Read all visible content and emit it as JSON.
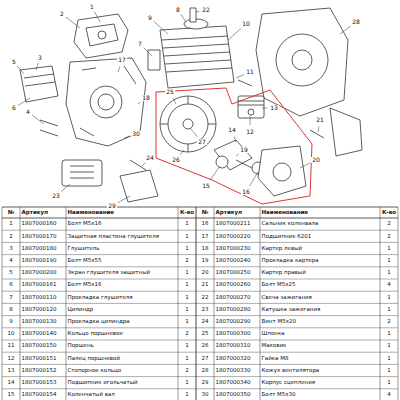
{
  "diagram": {
    "labels": [
      "1",
      "2",
      "3",
      "4",
      "5",
      "6",
      "7",
      "8",
      "9",
      "10",
      "11",
      "12",
      "13",
      "14",
      "15",
      "16",
      "17",
      "18",
      "19",
      "20",
      "21",
      "22",
      "23",
      "24",
      "25",
      "26",
      "27",
      "28",
      "29",
      "30",
      "№",
      "Артикул",
      "Наименование",
      "К-во",
      "№",
      "Артикул",
      "Наименование",
      "К-во",
      "1",
      "1807000160",
      "Болт М5х16",
      "1",
      "16",
      "1807000211",
      "Сальник коленвала",
      "2",
      "2",
      "1807000170",
      "Защитная пластина глушителя",
      "1",
      "17",
      "1807000220",
      "Подшипник 6201",
      "2",
      "3",
      "1807000180",
      "Глушитель",
      "1",
      "18",
      "1807000230",
      "Картер левый",
      "1",
      "4",
      "1807000190",
      "Болт М5х55",
      "2",
      "19",
      "1807000240",
      "Прокладка картера",
      "1",
      "5",
      "1807000200",
      "Экран глушителя защитный",
      "1",
      "20",
      "1807000250",
      "Картер правый",
      "1",
      "6",
      "1807000161",
      "Болт М5х16",
      "1",
      "21",
      "1807000260",
      "Болт М5х25",
      "4",
      "7",
      "1807000110",
      "Прокладка глушителя",
      "1",
      "22",
      "1807000270",
      "Свеча зажигания",
      "1",
      "8",
      "1807000120",
      "Цилиндр",
      "1",
      "23",
      "1807000280",
      "Катушка зажигания",
      "1",
      "9",
      "1807000130",
      "Прокладка цилиндра",
      "1",
      "24",
      "1807000290",
      "Винт М5х20",
      "2",
      "10",
      "1807000140",
      "Кольцо поршневое",
      "2",
      "25",
      "1807000300",
      "Шпонка",
      "1",
      "11",
      "1807000150",
      "Поршень",
      "1",
      "26",
      "1807000310",
      "Маховик",
      "1",
      "12",
      "1807000151",
      "Палец поршневой",
      "1",
      "27",
      "1807000320",
      "Гайка М8",
      "1",
      "13",
      "1807000152",
      "Стопорное кольцо",
      "2",
      "28",
      "1807000330",
      "Кожух вентилятора",
      "1",
      "14",
      "1807000153",
      "Подшипник игольчатый",
      "1",
      "29",
      "1807000340",
      "Корпус сцепления",
      "1",
      "15",
      "1807000154",
      "Коленчатый вал",
      "1",
      "30",
      "1807000350",
      "Болт М5х30",
      "4"
    ]
  }
}
